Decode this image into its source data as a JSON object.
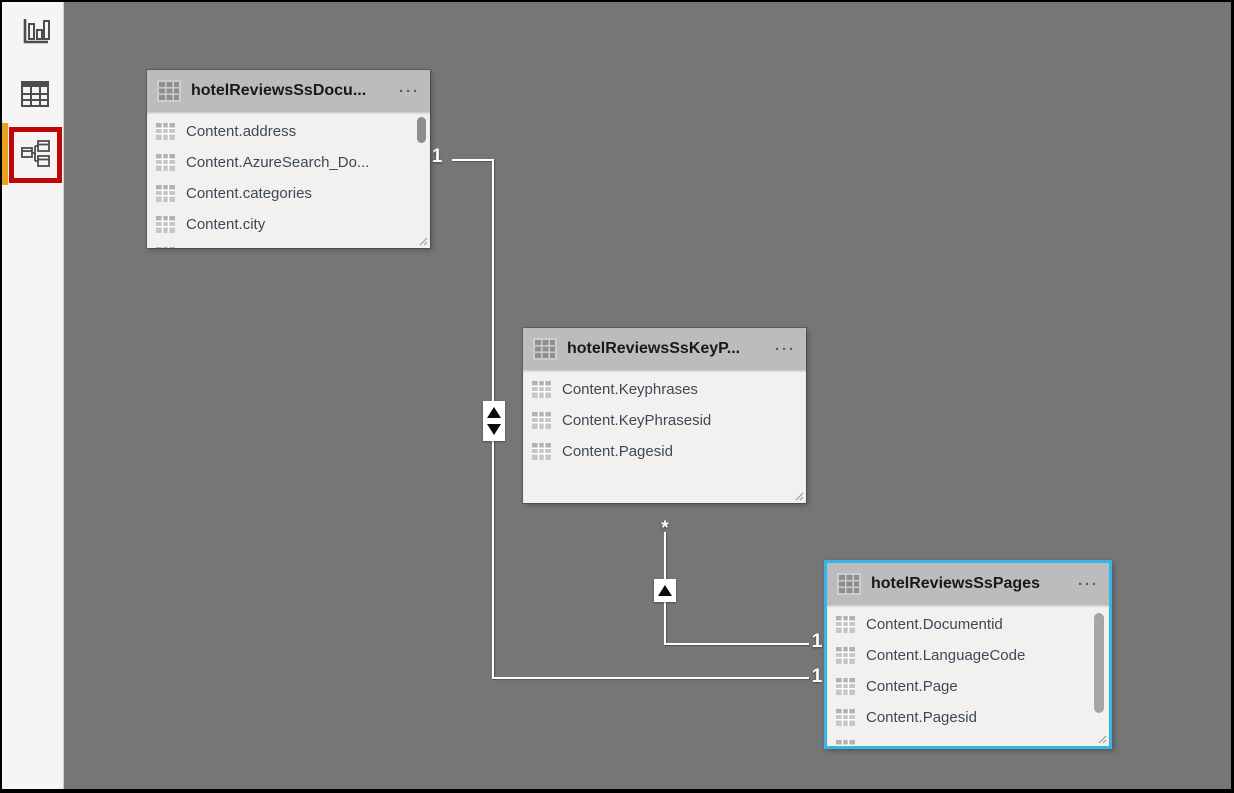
{
  "sidebar": {
    "items": [
      {
        "id": "report-view",
        "icon": "bar-chart-icon",
        "selected": false
      },
      {
        "id": "data-view",
        "icon": "data-table-icon",
        "selected": false
      },
      {
        "id": "model-view",
        "icon": "model-diagram-icon",
        "selected": true,
        "annotation": "red-highlight-box"
      }
    ]
  },
  "canvas": {
    "tables": [
      {
        "title": "hotelReviewsSsDocu...",
        "menu_label": "···",
        "fields": [
          "Content.address",
          "Content.AzureSearch_Do...",
          "Content.categories",
          "Content.city"
        ],
        "has_scrollbar": true,
        "partially_scrolled": true,
        "selected": false
      },
      {
        "title": "hotelReviewsSsKeyP...",
        "menu_label": "···",
        "fields": [
          "Content.Keyphrases",
          "Content.KeyPhrasesid",
          "Content.Pagesid"
        ],
        "has_scrollbar": false,
        "selected": false
      },
      {
        "title": "hotelReviewsSsPages",
        "menu_label": "···",
        "fields": [
          "Content.Documentid",
          "Content.LanguageCode",
          "Content.Page",
          "Content.Pagesid"
        ],
        "has_scrollbar": true,
        "selected": true
      }
    ],
    "relationships": [
      {
        "from_table": "hotelReviewsSsDocu...",
        "to_table": "hotelReviewsSsPages",
        "from_cardinality": "1",
        "to_cardinality": "1",
        "cross_filter_direction": "both"
      },
      {
        "from_table": "hotelReviewsSsKeyP...",
        "to_table": "hotelReviewsSsPages",
        "from_cardinality": "*",
        "to_cardinality": "1",
        "cross_filter_direction": "single"
      }
    ]
  },
  "colors": {
    "canvas_bg": "#767676",
    "sidebar_bg": "#f6f5f4",
    "table_header_bg": "#bcbcbc",
    "table_body_bg": "#f2f1f0",
    "field_text": "#3d4956",
    "selected_border": "#35b5e8",
    "annotation_red": "#c00505",
    "selected_view_indicator": "#e9a41d",
    "relationship_line": "#ffffff"
  }
}
